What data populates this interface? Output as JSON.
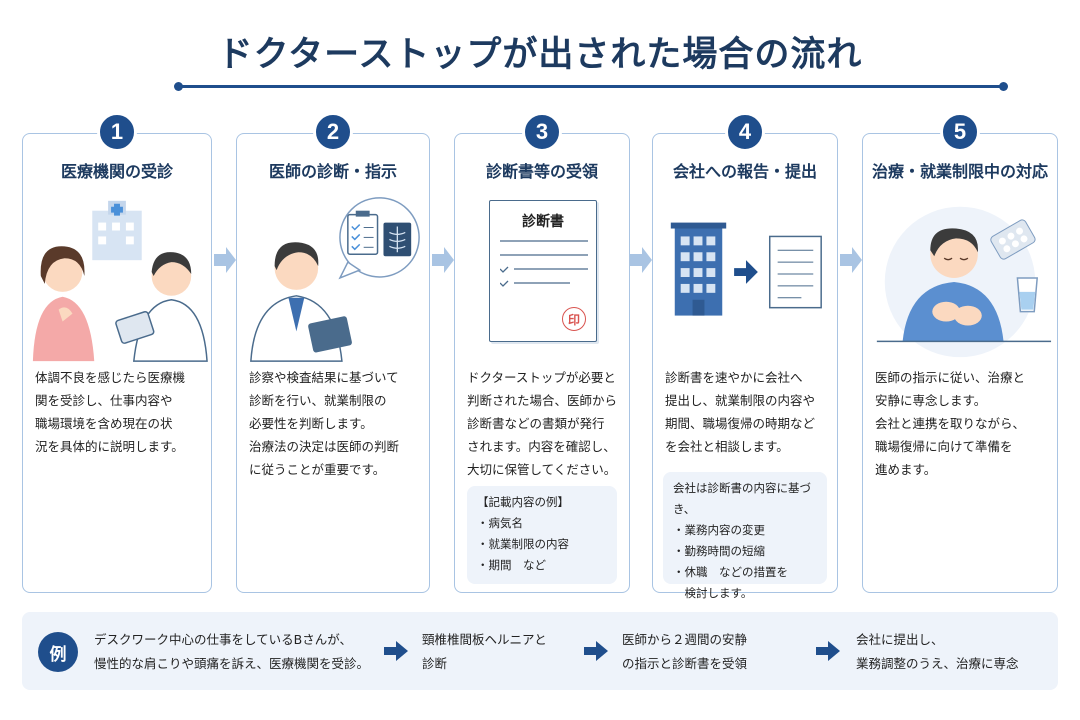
{
  "title": "ドクターストップが出された場合の流れ",
  "steps": [
    {
      "number": "1",
      "title": "医療機関の受診",
      "lines": [
        "体調不良を感じたら医療機",
        "関を受診し、仕事内容や",
        "職場環境を含め現在の状",
        "況を具体的に説明します。"
      ]
    },
    {
      "number": "2",
      "title": "医師の診断・指示",
      "lines": [
        "診察や検査結果に基づいて",
        "診断を行い、就業制限の",
        "必要性を判断します。",
        "治療法の決定は医師の判断",
        "に従うことが重要です。"
      ]
    },
    {
      "number": "3",
      "title": "診断書等の受領",
      "lines": [
        "ドクターストップが必要と",
        "判断された場合、医師から",
        "診断書などの書類が発行",
        "されます。内容を確認し、",
        "大切に保管してください。"
      ],
      "doc_title": "診断書",
      "seal": "印",
      "note_lines": [
        "【記載内容の例】",
        "・病気名",
        "・就業制限の内容",
        "・期間　など"
      ]
    },
    {
      "number": "4",
      "title": "会社への報告・提出",
      "lines": [
        "診断書を速やかに会社へ",
        "提出し、就業制限の内容や",
        "期間、職場復帰の時期など",
        "を会社と相談します。"
      ],
      "note_lines": [
        "会社は診断書の内容に基づき、",
        "・業務内容の変更",
        "・勤務時間の短縮",
        "・休職　などの措置を",
        "　検討します。"
      ]
    },
    {
      "number": "5",
      "title": "治療・就業制限中の対応",
      "lines": [
        "医師の指示に従い、治療と",
        "安静に専念します。",
        "会社と連携を取りながら、",
        "職場復帰に向けて準備を",
        "進めます。"
      ]
    }
  ],
  "example": {
    "label": "例",
    "items": [
      [
        "デスクワーク中心の仕事をしているBさんが、",
        "慢性的な肩こりや頭痛を訴え、医療機関を受診。"
      ],
      [
        "頸椎椎間板ヘルニアと",
        "診断"
      ],
      [
        "医師から２週間の安静",
        "の指示と診断書を受領"
      ],
      [
        "会社に提出し、",
        "業務調整のうえ、治療に専念"
      ]
    ]
  },
  "colors": {
    "navy": "#1f4e8c",
    "border": "#a9c4e3",
    "note_bg": "#eef3fa",
    "arrow_light": "#a9c4e3",
    "seal": "#d9534f"
  }
}
